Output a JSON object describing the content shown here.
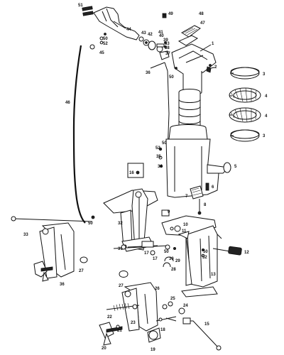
{
  "diagram": {
    "callouts": [
      {
        "text": "51"
      },
      {
        "text": "44"
      },
      {
        "text": "49"
      },
      {
        "text": "48"
      },
      {
        "text": "47"
      },
      {
        "text": "43"
      },
      {
        "text": "42"
      },
      {
        "text": "41"
      },
      {
        "text": "40"
      },
      {
        "text": "39"
      },
      {
        "text": "53"
      },
      {
        "text": "38"
      },
      {
        "text": "37"
      },
      {
        "text": "50"
      },
      {
        "text": "52"
      },
      {
        "text": "45"
      },
      {
        "text": "1"
      },
      {
        "text": "2"
      },
      {
        "text": "3"
      },
      {
        "text": "4"
      },
      {
        "text": "4"
      },
      {
        "text": "3"
      },
      {
        "text": "36"
      },
      {
        "text": "50"
      },
      {
        "text": "46"
      },
      {
        "text": "50"
      },
      {
        "text": "52"
      },
      {
        "text": "35"
      },
      {
        "text": "34"
      },
      {
        "text": "5"
      },
      {
        "text": "16"
      },
      {
        "text": "6"
      },
      {
        "text": "7"
      },
      {
        "text": "8"
      },
      {
        "text": "9"
      },
      {
        "text": "50"
      },
      {
        "text": "32"
      },
      {
        "text": "33"
      },
      {
        "text": "10"
      },
      {
        "text": "11"
      },
      {
        "text": "50"
      },
      {
        "text": "12"
      },
      {
        "text": "31"
      },
      {
        "text": "17"
      },
      {
        "text": "50"
      },
      {
        "text": "52"
      },
      {
        "text": "30"
      },
      {
        "text": "17"
      },
      {
        "text": "29"
      },
      {
        "text": "28"
      },
      {
        "text": "13"
      },
      {
        "text": "27"
      },
      {
        "text": "36"
      },
      {
        "text": "27"
      },
      {
        "text": "26"
      },
      {
        "text": "25"
      },
      {
        "text": "24"
      },
      {
        "text": "23"
      },
      {
        "text": "22"
      },
      {
        "text": "21"
      },
      {
        "text": "18"
      },
      {
        "text": "15"
      },
      {
        "text": "20"
      },
      {
        "text": "19"
      }
    ]
  }
}
